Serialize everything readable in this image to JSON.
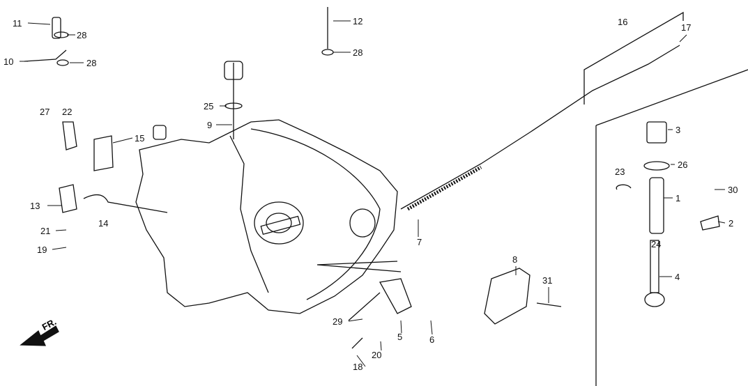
{
  "diagram": {
    "direction_label": "FR.",
    "callouts": [
      {
        "id": "c11",
        "text": "11"
      },
      {
        "id": "c28a",
        "text": "28"
      },
      {
        "id": "c10",
        "text": "10"
      },
      {
        "id": "c28b",
        "text": "28"
      },
      {
        "id": "c12",
        "text": "12"
      },
      {
        "id": "c28c",
        "text": "28"
      },
      {
        "id": "c16",
        "text": "16"
      },
      {
        "id": "c17",
        "text": "17"
      },
      {
        "id": "c27",
        "text": "27"
      },
      {
        "id": "c22",
        "text": "22"
      },
      {
        "id": "c15",
        "text": "15"
      },
      {
        "id": "c25",
        "text": "25"
      },
      {
        "id": "c9",
        "text": "9"
      },
      {
        "id": "c3",
        "text": "3"
      },
      {
        "id": "c26",
        "text": "26"
      },
      {
        "id": "c23",
        "text": "23"
      },
      {
        "id": "c30",
        "text": "30"
      },
      {
        "id": "c1",
        "text": "1"
      },
      {
        "id": "c2",
        "text": "2"
      },
      {
        "id": "c24",
        "text": "24"
      },
      {
        "id": "c13",
        "text": "13"
      },
      {
        "id": "c14",
        "text": "14"
      },
      {
        "id": "c21",
        "text": "21"
      },
      {
        "id": "c19",
        "text": "19"
      },
      {
        "id": "c7",
        "text": "7"
      },
      {
        "id": "c8",
        "text": "8"
      },
      {
        "id": "c4",
        "text": "4"
      },
      {
        "id": "c31",
        "text": "31"
      },
      {
        "id": "c29",
        "text": "29"
      },
      {
        "id": "c5",
        "text": "5"
      },
      {
        "id": "c6",
        "text": "6"
      },
      {
        "id": "c18",
        "text": "18"
      },
      {
        "id": "c20",
        "text": "20"
      }
    ]
  }
}
